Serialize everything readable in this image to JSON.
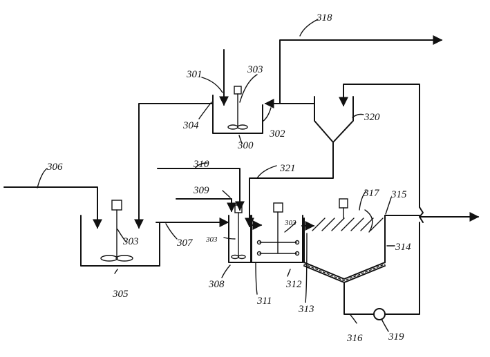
{
  "labels": {
    "r301": "301",
    "r303a": "303",
    "r304": "304",
    "r300": "300",
    "r302": "302",
    "r318": "318",
    "r320": "320",
    "r306": "306",
    "r310": "310",
    "r321": "321",
    "r309": "309",
    "r317": "317",
    "r315": "315",
    "r303b": "303",
    "r307": "307",
    "r303c": "303",
    "r303d": "303",
    "r314": "314",
    "r305": "305",
    "r308": "308",
    "r312": "312",
    "r311": "311",
    "r313": "313",
    "r316": "316",
    "r319": "319"
  }
}
